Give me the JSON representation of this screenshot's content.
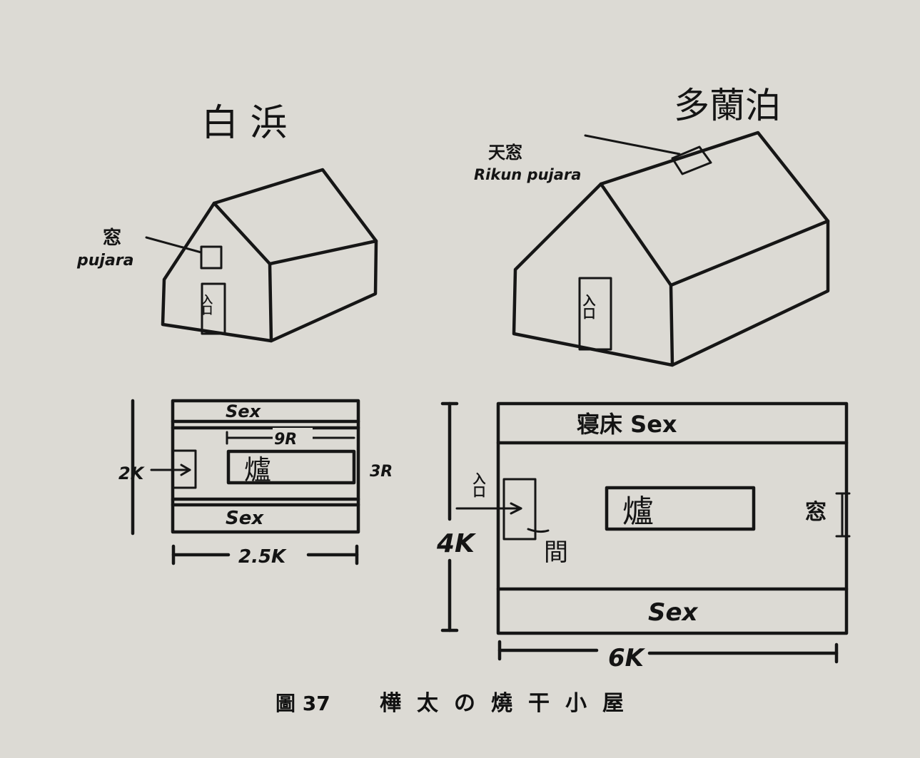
{
  "left": {
    "place": "白 浜",
    "house": {
      "window_label": "窓",
      "window_ainu": "pujara",
      "door_label": "入口"
    },
    "plan": {
      "top_bench": "Sex",
      "bottom_bench": "Sex",
      "hearth": "爐",
      "hearth_length": "9R",
      "hearth_width": "3R",
      "depth": "2K",
      "width": "2.5K"
    }
  },
  "right": {
    "place": "多蘭泊",
    "house": {
      "skylight_label": "天窓",
      "skylight_ainu": "Rikun pujara",
      "door_label": "入口"
    },
    "plan": {
      "top_bench": "寝床 Sex",
      "bottom_bench": "Sex",
      "hearth": "爐",
      "door": "入口",
      "partition": "間",
      "window": "窓",
      "depth": "4K",
      "width": "6K"
    }
  },
  "caption": {
    "figure_number": "圖 37",
    "title": "樺太の燒干小屋"
  }
}
